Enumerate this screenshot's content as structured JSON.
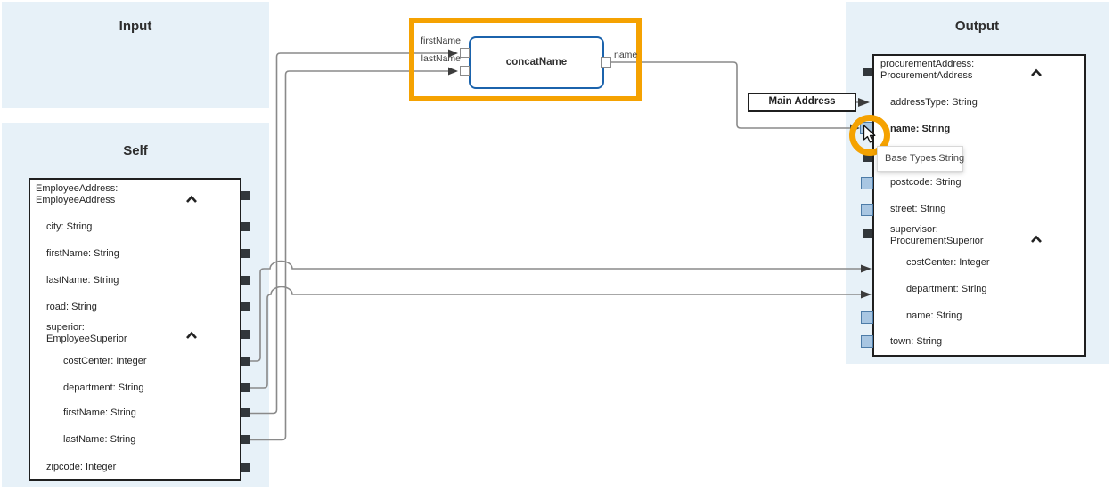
{
  "panels": {
    "input": {
      "title": "Input"
    },
    "self": {
      "title": "Self"
    },
    "output": {
      "title": "Output"
    }
  },
  "self_tree": {
    "root_line1": "EmployeeAddress:",
    "root_line2": "EmployeeAddress",
    "city": "city: String",
    "first_name": "firstName: String",
    "last_name": "lastName: String",
    "road": "road: String",
    "superior_line1": "superior:",
    "superior_line2": "EmployeeSuperior",
    "sup_cost_center": "costCenter: Integer",
    "sup_department": "department: String",
    "sup_first_name": "firstName: String",
    "sup_last_name": "lastName: String",
    "zipcode": "zipcode: Integer"
  },
  "output_tree": {
    "root_line1": "procurementAddress:",
    "root_line2": "ProcurementAddress",
    "address_type": "addressType: String",
    "name": "name: String",
    "postcode": "postcode: String",
    "street": "street: String",
    "supervisor_line1": "supervisor:",
    "supervisor_line2": "ProcurementSuperior",
    "sup_cost_center": "costCenter: Integer",
    "sup_department": "department: String",
    "sup_name": "name: String",
    "town": "town: String"
  },
  "function_box": {
    "title": "concatName",
    "input1": "firstName",
    "input2": "lastName",
    "output": "name"
  },
  "annotation": {
    "label": "Main Address"
  },
  "tooltip": {
    "text": "Base Types.String"
  },
  "colors": {
    "panel_blue": "#E7F1F8",
    "highlight_orange": "#F5A201",
    "function_border_blue": "#1B63AC",
    "wire_gray": "#8A8A8A",
    "port_dark": "#32373B",
    "port_light_fill": "#A8C6E2",
    "port_light_border": "#4D7CA8",
    "box_border": "#1F1F1F"
  }
}
